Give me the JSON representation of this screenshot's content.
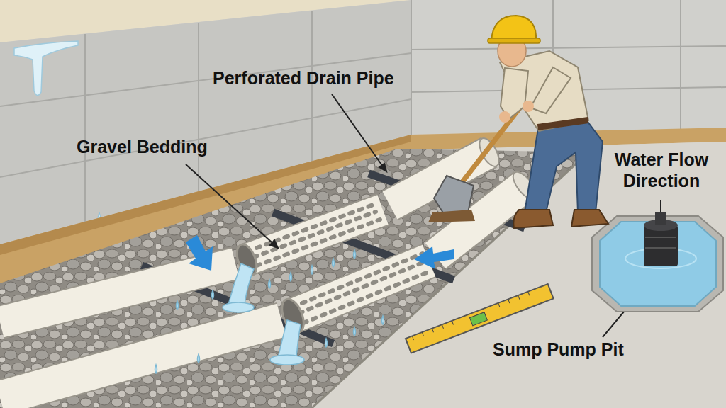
{
  "diagram": {
    "labels": [
      "Perforated Drain Pipe",
      "Gravel Bedding",
      "Water Flow Direction",
      "Sump Pump Pit"
    ]
  }
}
